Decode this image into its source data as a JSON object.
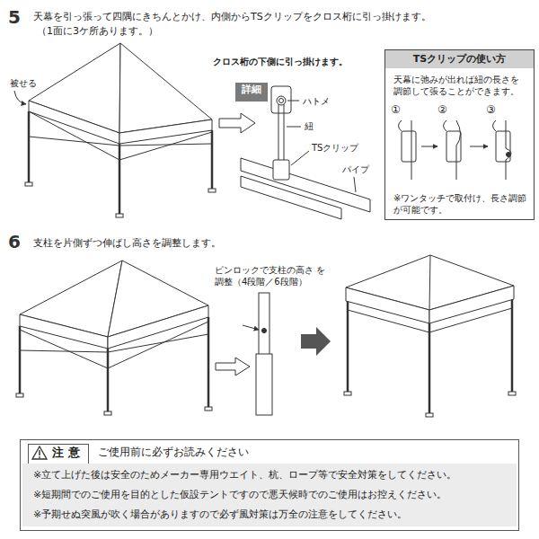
{
  "diagram": {
    "nodes": [
      {
        "text": [
          "詳細"
        ]
      },
      {
        "text": [
          "TSクリップの使い方",
          "天幕に弛みが出れば紐の長さを 調節して張ることができます。",
          "※ワンタッチで取付け、長さ調節 が可能です。"
        ]
      },
      {
        "text": [
          "ご使用前に必ずお読みください"
        ]
      },
      {
        "text": [
          "注 意"
        ],
        "in": 2
      },
      {
        "text": [
          "※立て上げた後は安全のためメーカー専用ウエイト、杭、ロープ等で安全対策をしてください。",
          "※短期間でのご使用を目的とした仮設テントですので悪天候時でのご使用はお控えください。",
          "※予期せぬ突風が吹く場合がありますので必ず風対策は万全の注意をしてください。"
        ],
        "in": 2
      }
    ],
    "labels": [
      "5",
      "天幕を引っ張って四隅にきちんとかけ、内側からTSクリップをクロス桁に引っ掛けます。",
      "（1面に3ケ所あります。）",
      "被せる",
      "クロス桁の下側に引っ掛けます。",
      "ハトメ",
      "紐",
      "TSクリップ",
      "パイプ",
      "①",
      "②",
      "③",
      "6",
      "支柱を片側ずつ伸ばし高さを調整します。",
      "ピンロックで支柱の高さ を調整（4段階／6段階）"
    ]
  }
}
